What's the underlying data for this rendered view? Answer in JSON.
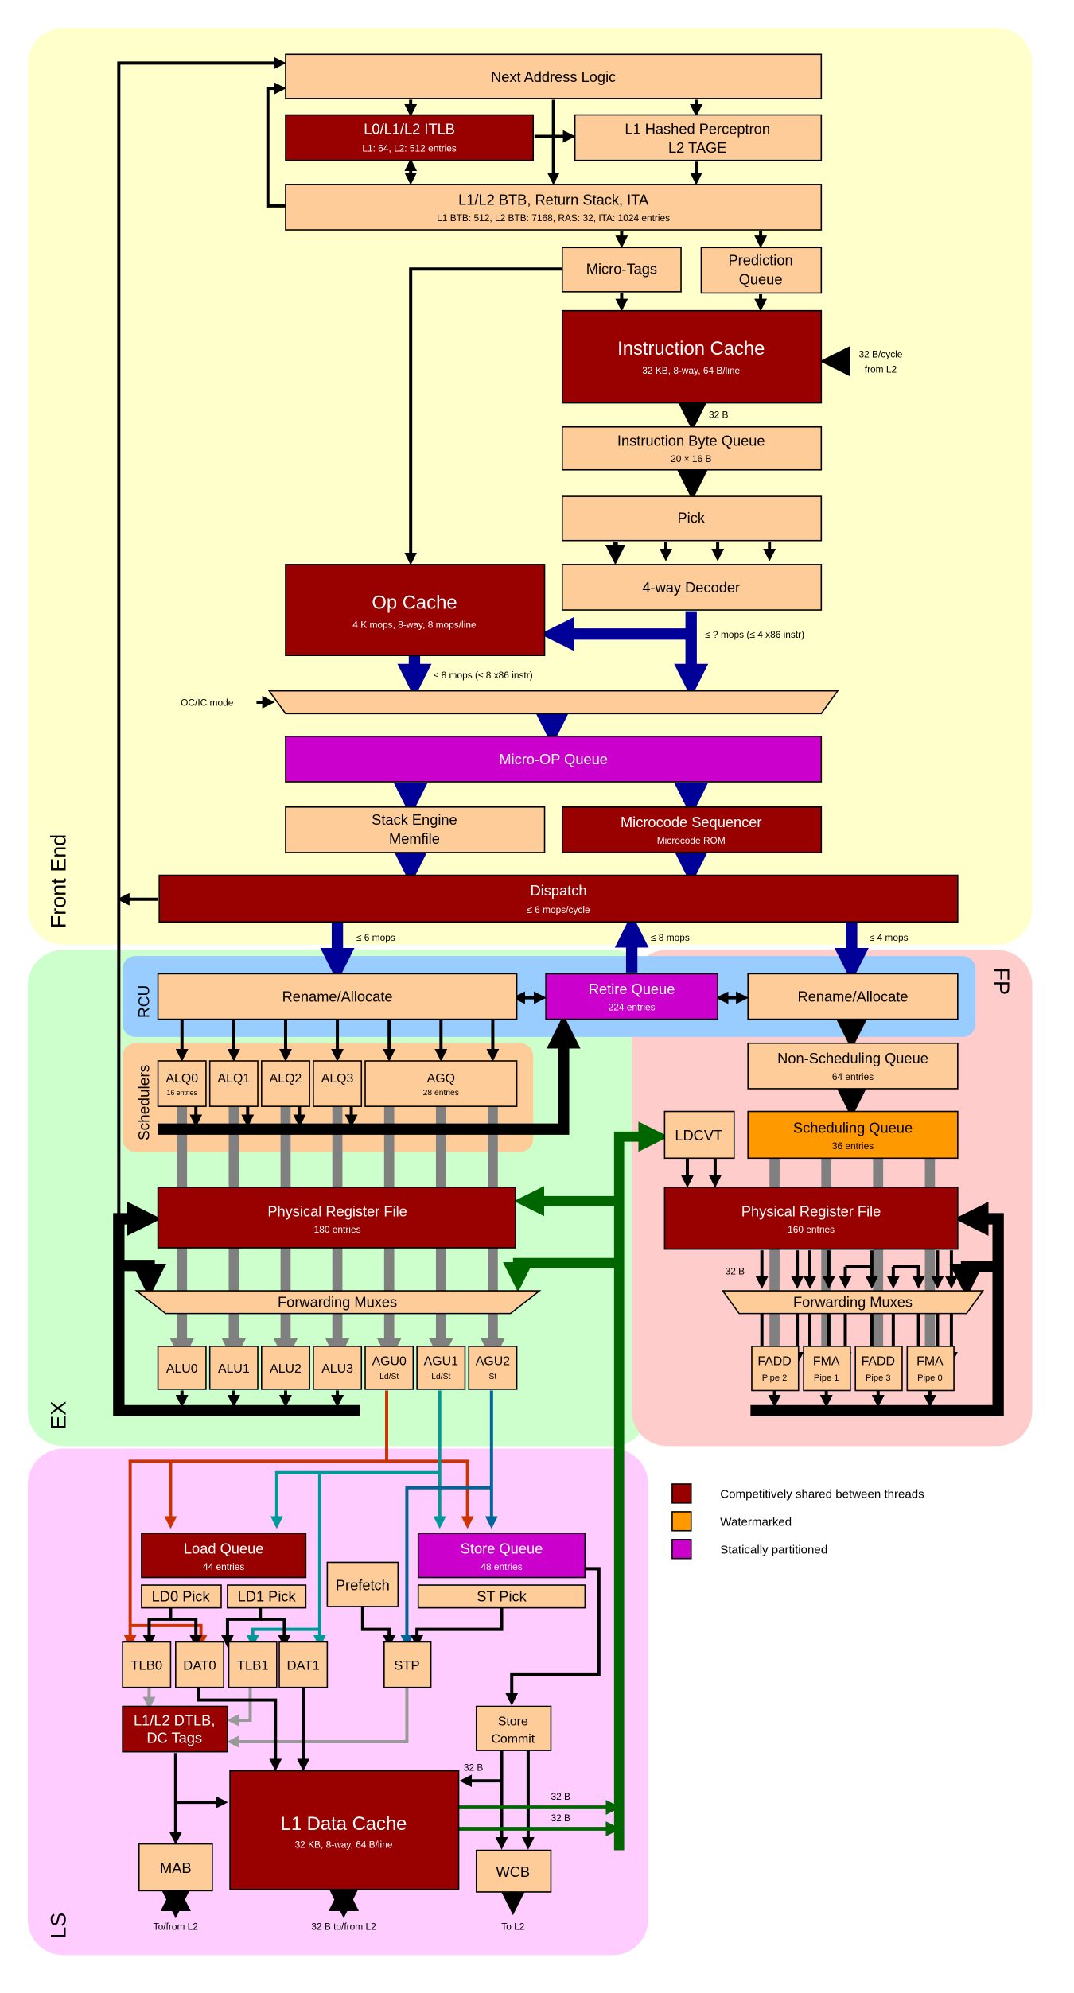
{
  "regions": {
    "front_end": "Front End",
    "ex": "EX",
    "fp": "FP",
    "ls": "LS",
    "rcu": "RCU",
    "schedulers": "Schedulers"
  },
  "colors": {
    "front_end_bg": "#ffffcc",
    "ex_bg": "#ccffcc",
    "fp_bg": "#ffcccc",
    "ls_bg": "#ffccff",
    "rcu_bg": "#99ccff",
    "schedulers_bg": "#fecc99",
    "competitively_shared": "#990000",
    "watermarked": "#ff9900",
    "statically_partitioned": "#cc00cc",
    "plain_block": "#fecc99",
    "mop_path": "#000099",
    "load_data_path": "#006600"
  },
  "front_end": {
    "next_address_logic": "Next Address Logic",
    "itlb": {
      "title": "L0/L1/L2 ITLB",
      "detail": "L1: 64, L2: 512 entries"
    },
    "branch_predictor": {
      "line1": "L1 Hashed Perceptron",
      "line2": "L2 TAGE"
    },
    "btb": {
      "title": "L1/L2 BTB, Return Stack, ITA",
      "detail": "L1 BTB: 512, L2 BTB: 7168, RAS: 32, ITA: 1024 entries"
    },
    "micro_tags": "Micro-Tags",
    "prediction_queue": {
      "line1": "Prediction",
      "line2": "Queue"
    },
    "instruction_cache": {
      "title": "Instruction Cache",
      "detail": "32 KB, 8-way, 64 B/line"
    },
    "l2_fill_note": {
      "line1": "32 B/cycle",
      "line2": "from L2"
    },
    "icache_out_note": "32 B",
    "instruction_byte_queue": {
      "title": "Instruction Byte Queue",
      "detail": "20 × 16 B"
    },
    "pick": "Pick",
    "decoder": "4-way Decoder",
    "decoder_out_note": "≤ ? mops (≤ 4 x86 instr)",
    "op_cache": {
      "title": "Op Cache",
      "detail": "4 K mops, 8-way, 8 mops/line"
    },
    "op_cache_out_note": "≤ 8 mops (≤ 8 x86 instr)",
    "mode_mux_label": "OC/IC mode",
    "micro_op_queue": "Micro-OP Queue",
    "stack_engine": {
      "line1": "Stack Engine",
      "line2": "Memfile"
    },
    "microcode_sequencer": {
      "title": "Microcode Sequencer",
      "detail": "Microcode ROM"
    },
    "dispatch": {
      "title": "Dispatch",
      "detail": "≤ 6 mops/cycle"
    },
    "dispatch_int_note": "≤ 6 mops",
    "retire_note": "≤ 8 mops",
    "dispatch_fp_note": "≤ 4 mops"
  },
  "ex": {
    "rename": "Rename/Allocate",
    "retire_queue": {
      "title": "Retire Queue",
      "detail": "224 entries"
    },
    "schedulers": [
      {
        "name": "ALQ0",
        "detail": "16 entries"
      },
      {
        "name": "ALQ1",
        "detail": ""
      },
      {
        "name": "ALQ2",
        "detail": ""
      },
      {
        "name": "ALQ3",
        "detail": ""
      },
      {
        "name": "AGQ",
        "detail": "28 entries"
      }
    ],
    "prf": {
      "title": "Physical Register File",
      "detail": "180 entries"
    },
    "forwarding_muxes": "Forwarding Muxes",
    "units": [
      {
        "name": "ALU0",
        "detail": ""
      },
      {
        "name": "ALU1",
        "detail": ""
      },
      {
        "name": "ALU2",
        "detail": ""
      },
      {
        "name": "ALU3",
        "detail": ""
      },
      {
        "name": "AGU0",
        "detail": "Ld/St"
      },
      {
        "name": "AGU1",
        "detail": "Ld/St"
      },
      {
        "name": "AGU2",
        "detail": "St"
      }
    ]
  },
  "fp": {
    "rename": "Rename/Allocate",
    "non_scheduling_queue": {
      "title": "Non-Scheduling Queue",
      "detail": "64 entries"
    },
    "ldcvt": "LDCVT",
    "scheduling_queue": {
      "title": "Scheduling Queue",
      "detail": "36 entries"
    },
    "prf": {
      "title": "Physical Register File",
      "detail": "160 entries"
    },
    "prf_out_note": "32 B",
    "forwarding_muxes": "Forwarding Muxes",
    "pipes": [
      {
        "name": "FADD",
        "detail": "Pipe 2"
      },
      {
        "name": "FMA",
        "detail": "Pipe 1"
      },
      {
        "name": "FADD",
        "detail": "Pipe 3"
      },
      {
        "name": "FMA",
        "detail": "Pipe 0"
      }
    ]
  },
  "ls": {
    "load_queue": {
      "title": "Load Queue",
      "detail": "44 entries"
    },
    "store_queue": {
      "title": "Store Queue",
      "detail": "48 entries"
    },
    "ld0_pick": "LD0 Pick",
    "ld1_pick": "LD1 Pick",
    "prefetch": "Prefetch",
    "st_pick": "ST Pick",
    "tlb0": "TLB0",
    "dat0": "DAT0",
    "tlb1": "TLB1",
    "dat1": "DAT1",
    "stp": "STP",
    "dtlb": {
      "line1": "L1/L2 DTLB,",
      "line2": "DC Tags"
    },
    "store_commit": {
      "line1": "Store",
      "line2": "Commit"
    },
    "l1d": {
      "title": "L1 Data Cache",
      "detail": "32 KB, 8-way, 64 B/line"
    },
    "store_in_note": "32 B",
    "load_out_note_1": "32 B",
    "load_out_note_2": "32 B",
    "mab": "MAB",
    "wcb": "WCB",
    "mab_l2_note": "To/from L2",
    "l1d_l2_note": "32 B to/from L2",
    "wcb_l2_note": "To L2"
  },
  "legend": [
    {
      "label": "Competitively shared between threads",
      "color": "#990000"
    },
    {
      "label": "Watermarked",
      "color": "#ff9900"
    },
    {
      "label": "Statically partitioned",
      "color": "#cc00cc"
    }
  ]
}
